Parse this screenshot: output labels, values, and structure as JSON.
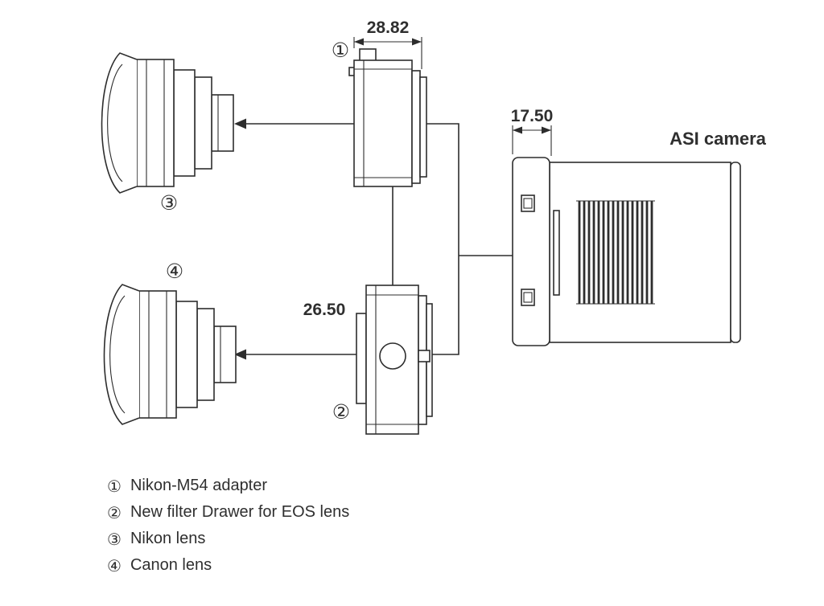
{
  "colors": {
    "background": "#ffffff",
    "line": "#2d2d2d",
    "text": "#2f2f2f"
  },
  "diagram": {
    "camera_label": "ASI camera",
    "dim_adapter_width": "28.82",
    "dim_drawer_width": "26.50",
    "dim_camera_flange": "17.50",
    "callouts": {
      "adapter": "①",
      "drawer": "②",
      "nikon_lens": "③",
      "canon_lens": "④"
    }
  },
  "legend": {
    "items": [
      {
        "num": "①",
        "label": "Nikon-M54 adapter"
      },
      {
        "num": "②",
        "label": "New filter Drawer for EOS lens"
      },
      {
        "num": "③",
        "label": "Nikon lens"
      },
      {
        "num": "④",
        "label": "Canon lens"
      }
    ]
  }
}
